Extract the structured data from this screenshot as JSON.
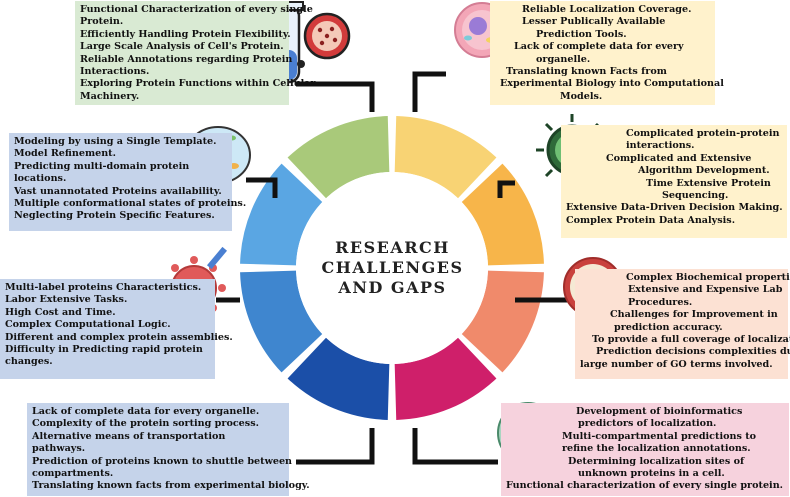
{
  "title": [
    "RESEARCH",
    "CHALLENGES",
    "AND GAPS"
  ],
  "colors": {
    "green_box": "#d9ead3",
    "yellow_box": "#fff2cc",
    "blue_box": "#c5d3ea",
    "salmon_box": "#fce1d3",
    "pink_box": "#f6d2dd",
    "seg_green": "#a9c97a",
    "seg_yellow": "#f8d374",
    "seg_orange": "#f7b54a",
    "seg_salmon": "#f08a6b",
    "seg_magenta": "#cf1f6a",
    "seg_navy": "#1b4fa8",
    "seg_blue": "#3f86cf",
    "seg_lightblue": "#5aa6e3"
  },
  "icons": [
    "test-tube-icon",
    "cell-icon",
    "virus-icon",
    "dna-icon",
    "cell-organelle-icon",
    "dna-coin-icon",
    "bacteria-icon",
    "coronavirus-icon"
  ],
  "boxes": {
    "top_left": [
      "Functional Characterization of every single",
      "Protein.",
      "Efficiently Handling Protein Flexibility.",
      "Large Scale Analysis of Cell's Protein.",
      "Reliable Annotations regarding Protein",
      "Interactions.",
      "Exploring Protein Functions within Cellular",
      "Machinery."
    ],
    "top_right": [
      "Reliable Localization Coverage.",
      "Lesser Publically Available",
      "Prediction Tools.",
      "Lack of complete data for every",
      "organelle.",
      "Translating known Facts from",
      "Experimental Biology into Computational",
      "Models."
    ],
    "left_upper": [
      "Modeling by using a Single Template.",
      "Model Refinement.",
      "Predicting multi-domain protein",
      "locations.",
      "Vast unannotated Proteins availability.",
      "Multiple conformational states of proteins.",
      "Neglecting Protein Specific Features."
    ],
    "right_upper": [
      "Complicated protein-protein",
      "interactions.",
      "Complicated and Extensive",
      "Algorithm Development.",
      "Time Extensive Protein",
      "Sequencing.",
      "Extensive Data-Driven Decision Making.",
      "Complex Protein Data Analysis."
    ],
    "left_lower": [
      "Multi-label proteins Characteristics.",
      "Labor Extensive Tasks.",
      "High Cost and Time.",
      "Complex Computational Logic.",
      "Different and complex protein assemblies.",
      "Difficulty in Predicting rapid protein",
      "changes."
    ],
    "right_lower": [
      "Complex Biochemical properties.",
      "Extensive and Expensive Lab",
      "Procedures.",
      "Challenges for Improvement in",
      "prediction accuracy.",
      "To provide a full coverage of localization.",
      "Prediction decisions complexities due to",
      "large number of GO terms involved."
    ],
    "bottom_left": [
      "Lack of complete data for every organelle.",
      "Complexity of the protein sorting process.",
      "Alternative means of transportation",
      "pathways.",
      "Prediction of proteins known to shuttle between",
      "compartments.",
      "Translating known facts from experimental biology."
    ],
    "bottom_right": [
      "Development of bioinformatics",
      "predictors of localization.",
      "Multi-compartmental predictions to",
      "refine the localization annotations.",
      "Determining localization sites of",
      "unknown proteins in a cell.",
      "Functional characterization of every single protein."
    ]
  }
}
